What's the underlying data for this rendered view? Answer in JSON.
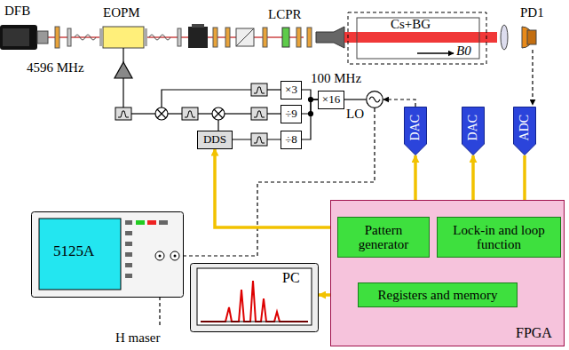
{
  "diagram": {
    "nodes": [
      {
        "text": [
          "×3"
        ]
      },
      {
        "text": [
          "÷9"
        ]
      },
      {
        "text": [
          "÷8"
        ]
      },
      {
        "text": [
          "×16"
        ]
      },
      {
        "text": [
          "100 MHz",
          "LO"
        ]
      },
      {
        "text": [
          "DDS"
        ]
      },
      {
        "text": [
          "DAC"
        ]
      },
      {
        "text": [
          "DAC"
        ]
      },
      {
        "text": [
          "ADC"
        ]
      },
      {
        "text": [
          "5125A"
        ]
      },
      {
        "text": [
          "PC"
        ]
      },
      {
        "text": [
          "FPGA"
        ]
      },
      {
        "text": [
          "Pattern generator"
        ],
        "in": 11
      },
      {
        "text": [
          "Lock-in and loop function"
        ],
        "in": 11
      },
      {
        "text": [
          "Registers and memory"
        ],
        "in": 11
      }
    ],
    "edges": [
      {
        "from": 4,
        "to": 3,
        "arrow": "none"
      },
      {
        "from": 3,
        "to": 0,
        "arrow": "none"
      },
      {
        "from": 3,
        "to": 1,
        "arrow": "none"
      },
      {
        "from": 3,
        "to": 2,
        "arrow": "none"
      },
      {
        "from": 2,
        "to": 5,
        "arrow": "none"
      },
      {
        "from": 6,
        "to": 4,
        "arrow": "to"
      },
      {
        "from": 4,
        "to": 9,
        "arrow": "none"
      },
      {
        "from": 12,
        "to": 5,
        "arrow": "to"
      },
      {
        "from": 12,
        "to": 6,
        "arrow": "to"
      },
      {
        "from": 13,
        "to": 7,
        "arrow": "to"
      },
      {
        "from": 8,
        "to": 13,
        "arrow": "to"
      },
      {
        "from": 12,
        "to": 13,
        "arrow": "to"
      },
      {
        "from": 13,
        "to": 14,
        "arrow": "to"
      },
      {
        "from": 14,
        "to": 12,
        "arrow": "to"
      },
      {
        "from": 10,
        "to": 14,
        "arrow": "both"
      }
    ],
    "labels": [
      "DFB",
      "EOPM",
      "LCPR",
      "PD1",
      "Cs+BG",
      "B0",
      "4596 MHz",
      "H maser"
    ]
  }
}
